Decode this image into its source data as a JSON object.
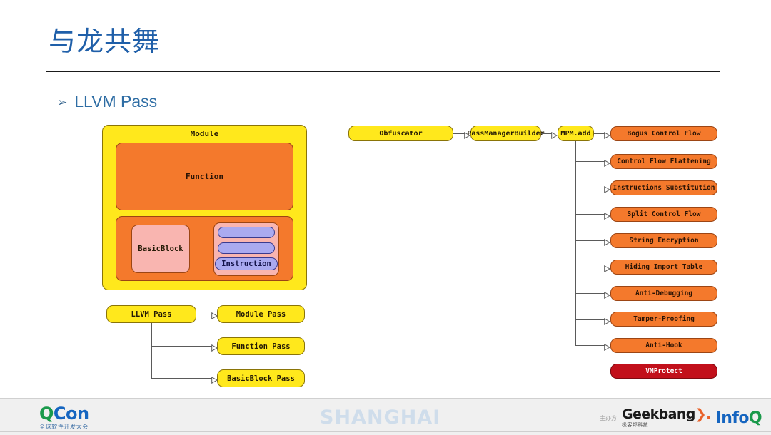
{
  "slide": {
    "title": "与龙共舞",
    "bullet_marker": "➢",
    "bullet_label": "LLVM Pass"
  },
  "ir_hierarchy": {
    "module_label": "Module",
    "function_label": "Function",
    "basicblock_label": "BasicBlock",
    "instruction_label": "Instruction",
    "colors": {
      "module": "#ffe81c",
      "function": "#f4792c",
      "basicblock": "#f9b5b0",
      "instruction": "#aaaaf0"
    }
  },
  "pass_tree": {
    "root_label": "LLVM Pass",
    "children": [
      {
        "label": "Module Pass"
      },
      {
        "label": "Function Pass"
      },
      {
        "label": "BasicBlock Pass"
      }
    ]
  },
  "obfuscator_flow": {
    "chain": [
      {
        "label": "Obfuscator"
      },
      {
        "label": "PassManagerBuilder"
      },
      {
        "label": "MPM.add"
      }
    ],
    "passes": [
      {
        "label": "Bogus Control Flow",
        "style": "orange"
      },
      {
        "label": "Control Flow Flattening",
        "style": "orange"
      },
      {
        "label": "Instructions Substitution",
        "style": "orange"
      },
      {
        "label": "Split Control Flow",
        "style": "orange"
      },
      {
        "label": "String Encryption",
        "style": "orange"
      },
      {
        "label": "Hiding Import Table",
        "style": "orange"
      },
      {
        "label": "Anti-Debugging",
        "style": "orange"
      },
      {
        "label": "Tamper-Proofing",
        "style": "orange"
      },
      {
        "label": "Anti-Hook",
        "style": "orange"
      },
      {
        "label": "VMProtect",
        "style": "darkred"
      }
    ]
  },
  "footer": {
    "qcon_q": "Q",
    "qcon_con": "Con",
    "qcon_subtitle": "全球软件开发大会",
    "city": "SHANGHAI",
    "sponsor_label": "主办方",
    "geekbang_part1": "Geek",
    "geekbang_part2": "bang",
    "geekbang_part3": "❯.",
    "geekbang_subtitle": "极客邦科技",
    "infoq_part1": "Info",
    "infoq_part2": "Q"
  }
}
